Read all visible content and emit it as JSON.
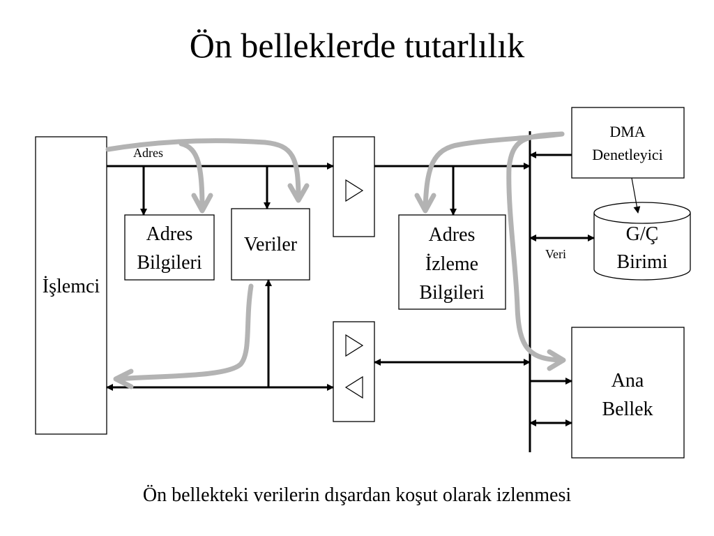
{
  "title": "Ön belleklerde tutarlılık",
  "caption": "Ön bellekteki verilerin dışardan koşut olarak izlenmesi",
  "labels": {
    "processor": "İşlemci",
    "address_bus": "Adres",
    "address_info": [
      "Adres",
      "Bilgileri"
    ],
    "data": "Veriler",
    "snoop_info": [
      "Adres",
      "İzleme",
      "Bilgileri"
    ],
    "dma": [
      "DMA",
      "Denetleyici"
    ],
    "io_unit": [
      "G/Ç",
      "Birimi"
    ],
    "data_bus": "Veri",
    "main_memory": [
      "Ana",
      "Bellek"
    ]
  },
  "colors": {
    "data_flow_arrows": "#b3b3b3",
    "lines": "#000000"
  }
}
